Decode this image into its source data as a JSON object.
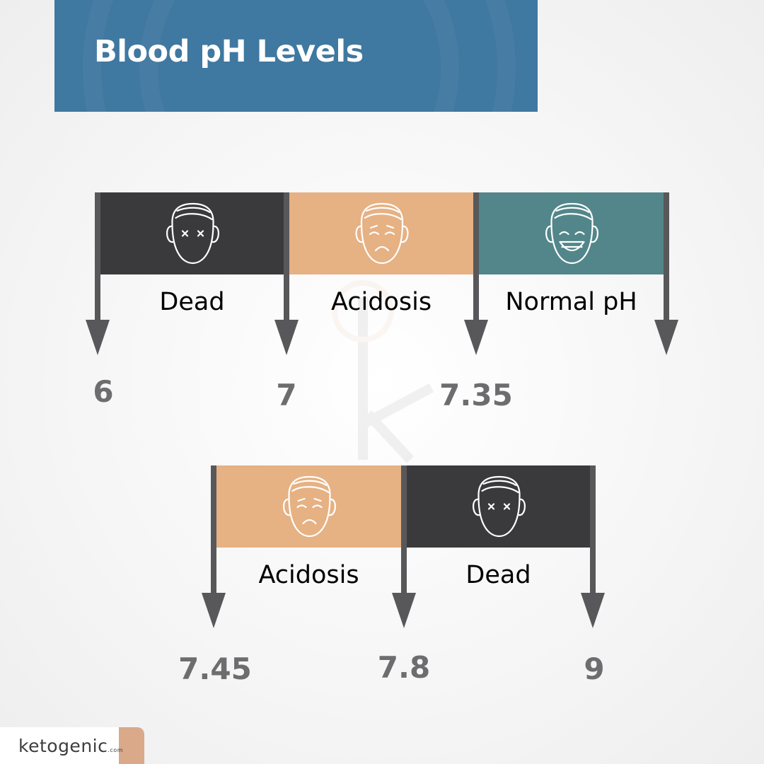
{
  "title": "Blood pH Levels",
  "colors": {
    "dead": "#3a3a3c",
    "acidosis": "#e6b183",
    "normal": "#52868a",
    "arrow": "#58585a",
    "label": "#000000",
    "number": "#6d6d6f",
    "banner": "#3f78a0"
  },
  "rows": [
    {
      "ticks": [
        "6",
        "7",
        "7.35",
        ""
      ],
      "segments": [
        {
          "label": "Dead",
          "status": "dead",
          "face": "dead-face-icon"
        },
        {
          "label": "Acidosis",
          "status": "acidosis",
          "face": "sad-face-icon"
        },
        {
          "label": "Normal pH",
          "status": "normal",
          "face": "happy-face-icon"
        }
      ]
    },
    {
      "ticks": [
        "7.45",
        "7.8",
        "9"
      ],
      "segments": [
        {
          "label": "Acidosis",
          "status": "acidosis",
          "face": "sad-face-icon"
        },
        {
          "label": "Dead",
          "status": "dead",
          "face": "dead-face-icon"
        }
      ]
    }
  ],
  "logo": {
    "name": "ketogenic",
    "suffix": ".com"
  }
}
